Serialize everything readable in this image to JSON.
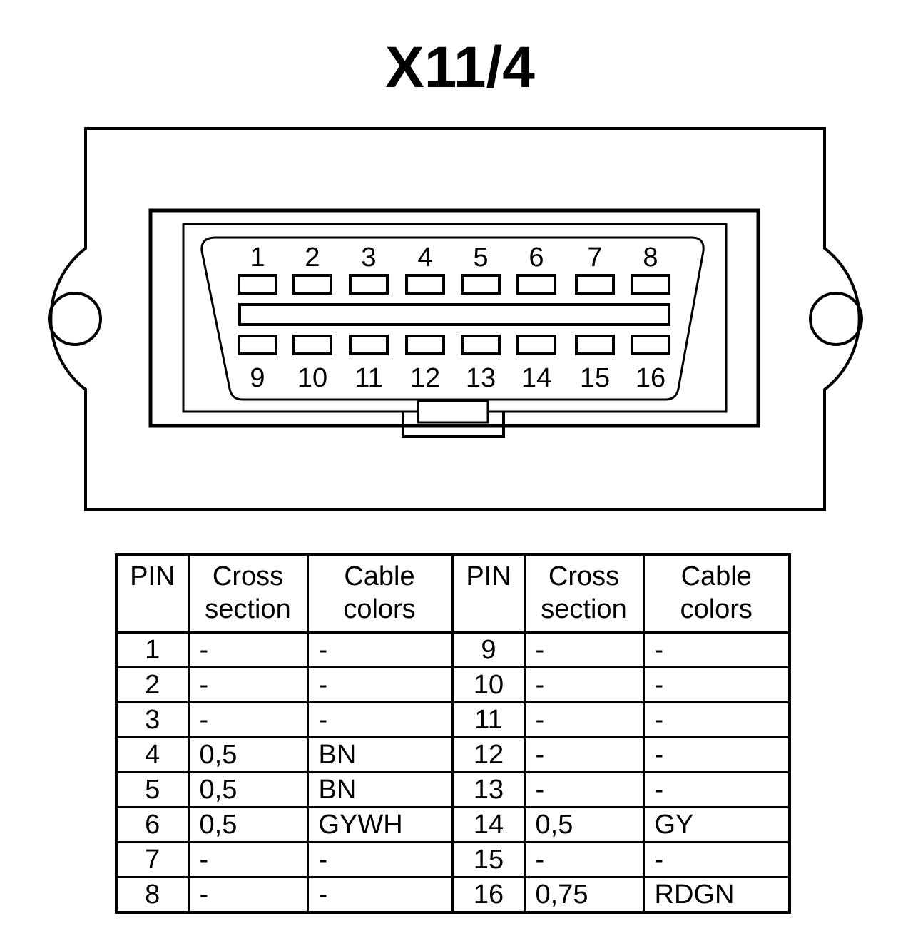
{
  "title": "X11/4",
  "connector": {
    "top_pins": [
      "1",
      "2",
      "3",
      "4",
      "5",
      "6",
      "7",
      "8"
    ],
    "bottom_pins": [
      "9",
      "10",
      "11",
      "12",
      "13",
      "14",
      "15",
      "16"
    ]
  },
  "table": {
    "headers": {
      "pin": "PIN",
      "cross_1": "Cross",
      "cross_2": "section",
      "color_1": "Cable",
      "color_2": "colors"
    },
    "rows": [
      {
        "pin_a": "1",
        "cross_a": "-",
        "color_a": "-",
        "pin_b": "9",
        "cross_b": "-",
        "color_b": "-"
      },
      {
        "pin_a": "2",
        "cross_a": "-",
        "color_a": "-",
        "pin_b": "10",
        "cross_b": "-",
        "color_b": "-"
      },
      {
        "pin_a": "3",
        "cross_a": "-",
        "color_a": "-",
        "pin_b": "11",
        "cross_b": "-",
        "color_b": "-"
      },
      {
        "pin_a": "4",
        "cross_a": "0,5",
        "color_a": "BN",
        "pin_b": "12",
        "cross_b": "-",
        "color_b": "-"
      },
      {
        "pin_a": "5",
        "cross_a": "0,5",
        "color_a": "BN",
        "pin_b": "13",
        "cross_b": "-",
        "color_b": "-"
      },
      {
        "pin_a": "6",
        "cross_a": "0,5",
        "color_a": "GYWH",
        "pin_b": "14",
        "cross_b": "0,5",
        "color_b": "GY"
      },
      {
        "pin_a": "7",
        "cross_a": "-",
        "color_a": "-",
        "pin_b": "15",
        "cross_b": "-",
        "color_b": "-"
      },
      {
        "pin_a": "8",
        "cross_a": "-",
        "color_a": "-",
        "pin_b": "16",
        "cross_b": "0,75",
        "color_b": "RDGN"
      }
    ]
  }
}
